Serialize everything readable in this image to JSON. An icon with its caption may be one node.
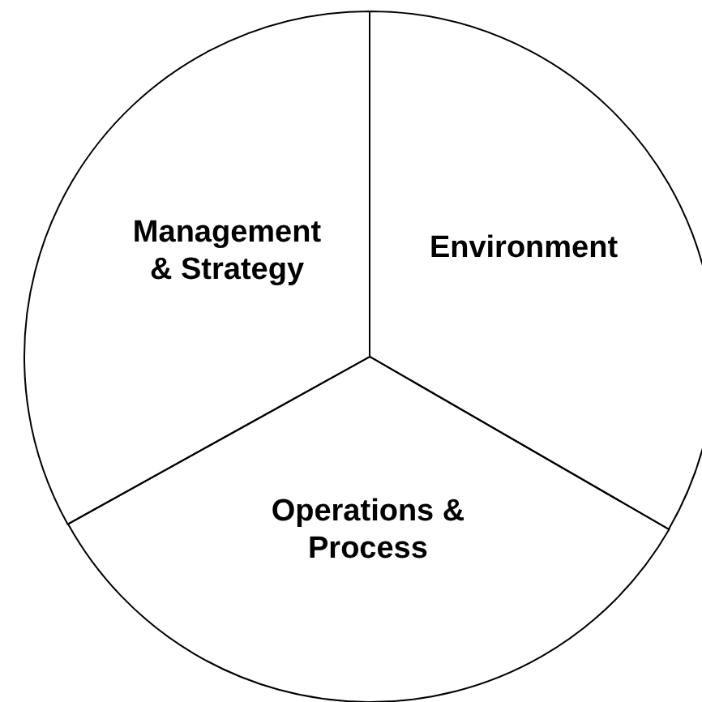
{
  "diagram": {
    "nodes": [
      {
        "text": [
          "Management & Strategy"
        ]
      },
      {
        "text": [
          "Environment"
        ]
      },
      {
        "text": [
          "Operations & Process"
        ]
      }
    ]
  }
}
